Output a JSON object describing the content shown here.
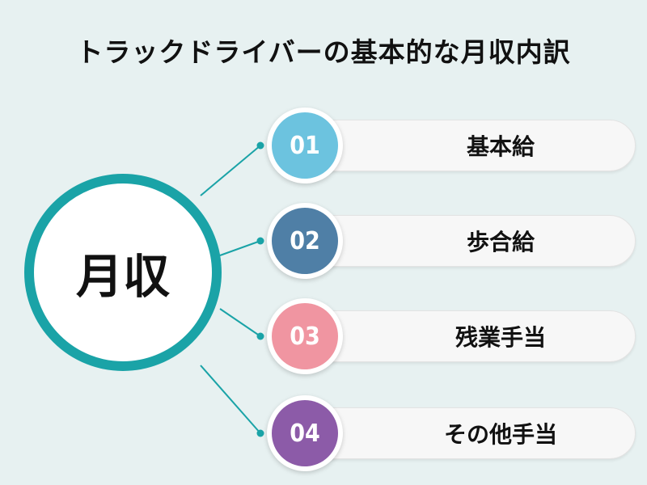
{
  "title": "トラックドライバーの基本的な月収内訳",
  "hub": {
    "label": "月収",
    "ring_color": "#1aa3a7"
  },
  "items": [
    {
      "number": "01",
      "label": "基本給",
      "color": "#6cc3df"
    },
    {
      "number": "02",
      "label": "歩合給",
      "color": "#4f7fa6"
    },
    {
      "number": "03",
      "label": "残業手当",
      "color": "#f095a1"
    },
    {
      "number": "04",
      "label": "その他手当",
      "color": "#8c5ba8"
    }
  ],
  "connector_color": "#1aa3a7"
}
